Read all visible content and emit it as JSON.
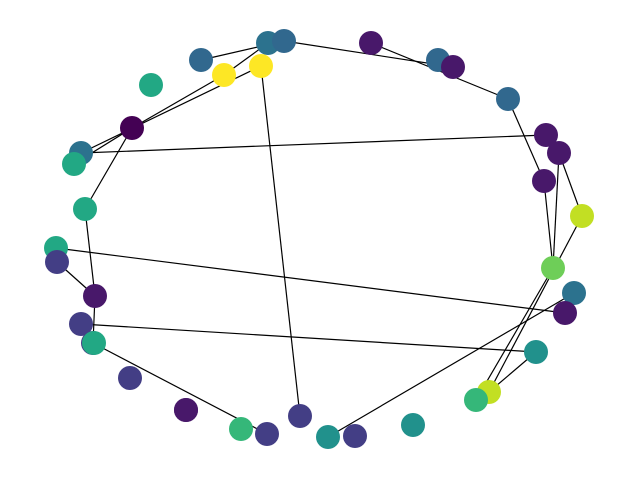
{
  "palette": {
    "purple_dark": "#440154",
    "purple": "#48186a",
    "indigo": "#433e85",
    "blue": "#31688e",
    "steel": "#2c728e",
    "teal": "#21918c",
    "green_teal": "#22a884",
    "green": "#35b779",
    "light_green": "#6ece58",
    "lime": "#c2df23",
    "yellow": "#fde725"
  },
  "graph": {
    "nodes": [
      {
        "id": "n01",
        "color": "#31688e"
      },
      {
        "id": "n02",
        "color": "#2c728e"
      },
      {
        "id": "n03",
        "color": "#31688e"
      },
      {
        "id": "n04",
        "color": "#48186a"
      },
      {
        "id": "n05",
        "color": "#fde725"
      },
      {
        "id": "n06",
        "color": "#fde725"
      },
      {
        "id": "n07",
        "color": "#22a884"
      },
      {
        "id": "n08",
        "color": "#31688e"
      },
      {
        "id": "n09",
        "color": "#48186a"
      },
      {
        "id": "n10",
        "color": "#31688e"
      },
      {
        "id": "n11",
        "color": "#440154"
      },
      {
        "id": "n12",
        "color": "#48186a"
      },
      {
        "id": "n13",
        "color": "#48186a"
      },
      {
        "id": "n14",
        "color": "#2c728e"
      },
      {
        "id": "n15",
        "color": "#22a884"
      },
      {
        "id": "n16",
        "color": "#48186a"
      },
      {
        "id": "n17",
        "color": "#22a884"
      },
      {
        "id": "n18",
        "color": "#22a884"
      },
      {
        "id": "n19",
        "color": "#c2df23"
      },
      {
        "id": "n20",
        "color": "#433e85"
      },
      {
        "id": "n21",
        "color": "#6ece58"
      },
      {
        "id": "n22",
        "color": "#48186a"
      },
      {
        "id": "n23",
        "color": "#2c728e"
      },
      {
        "id": "n24",
        "color": "#433e85"
      },
      {
        "id": "n25",
        "color": "#48186a"
      },
      {
        "id": "n26",
        "color": "#433e85"
      },
      {
        "id": "n27",
        "color": "#22a884"
      },
      {
        "id": "n28",
        "color": "#21918c"
      },
      {
        "id": "n29",
        "color": "#433e85"
      },
      {
        "id": "n30",
        "color": "#c2df23"
      },
      {
        "id": "n31",
        "color": "#35b779"
      },
      {
        "id": "n32",
        "color": "#48186a"
      },
      {
        "id": "n33",
        "color": "#21918c"
      },
      {
        "id": "n34",
        "color": "#433e85"
      },
      {
        "id": "n35",
        "color": "#35b779"
      },
      {
        "id": "n36",
        "color": "#433e85"
      },
      {
        "id": "n37",
        "color": "#21918c"
      },
      {
        "id": "n38",
        "color": "#433e85"
      },
      {
        "id": "n39",
        "color": "#48186a"
      }
    ],
    "edges": [
      [
        "n01",
        "n03"
      ],
      [
        "n02",
        "n05"
      ],
      [
        "n03",
        "n09"
      ],
      [
        "n04",
        "n10"
      ],
      [
        "n05",
        "n11"
      ],
      [
        "n06",
        "n34"
      ],
      [
        "n10",
        "n16"
      ],
      [
        "n11",
        "n15"
      ],
      [
        "n11",
        "n17"
      ],
      [
        "n13",
        "n19"
      ],
      [
        "n14",
        "n06"
      ],
      [
        "n14",
        "n12"
      ],
      [
        "n16",
        "n21"
      ],
      [
        "n17",
        "n22"
      ],
      [
        "n18",
        "n25"
      ],
      [
        "n19",
        "n30"
      ],
      [
        "n20",
        "n22"
      ],
      [
        "n21",
        "n13"
      ],
      [
        "n21",
        "n31"
      ],
      [
        "n22",
        "n26"
      ],
      [
        "n23",
        "n37"
      ],
      [
        "n24",
        "n28"
      ],
      [
        "n26",
        "n36"
      ],
      [
        "n28",
        "n30"
      ]
    ]
  }
}
